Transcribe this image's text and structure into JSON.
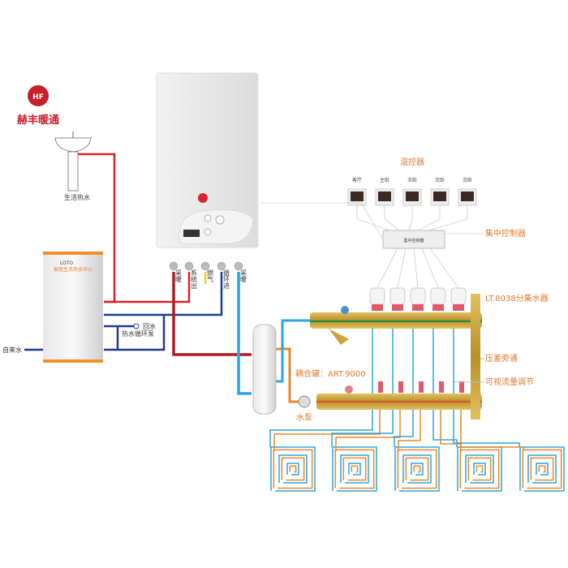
{
  "brand": {
    "name": "赫丰暖通",
    "logo_text": "HF"
  },
  "sink": {
    "label": "生活热水"
  },
  "tank": {
    "brand": "LOTO",
    "title": "家庭生活热水中心"
  },
  "tank_pipes": {
    "tap_water": "自来水",
    "return_water": "回水",
    "circ_pump": "热水循环泵"
  },
  "boiler": {
    "ports": [
      "采暖",
      "系统出",
      "燃气",
      "循环进",
      "采暖"
    ]
  },
  "thermostats": {
    "title": "温控器",
    "rooms": [
      "客厅",
      "主卧",
      "次卧",
      "次卧",
      "次卧"
    ]
  },
  "controller": {
    "label": "集中控制器",
    "box_text": "集中控制器"
  },
  "manifold": {
    "label": "LT.8038分集水器",
    "bypass": "压差旁通",
    "flow": "可视流量调节"
  },
  "coupling": {
    "label": "耦合罐：ART.9000"
  },
  "pump": {
    "label": "水泵"
  },
  "colors": {
    "hot": "#d9232d",
    "supply": "#b01c24",
    "cold": "#1f3a93",
    "light_blue": "#2aa6e0",
    "orange": "#e8872a",
    "brass": "#c9a23a",
    "gas": "#f2d21b"
  }
}
